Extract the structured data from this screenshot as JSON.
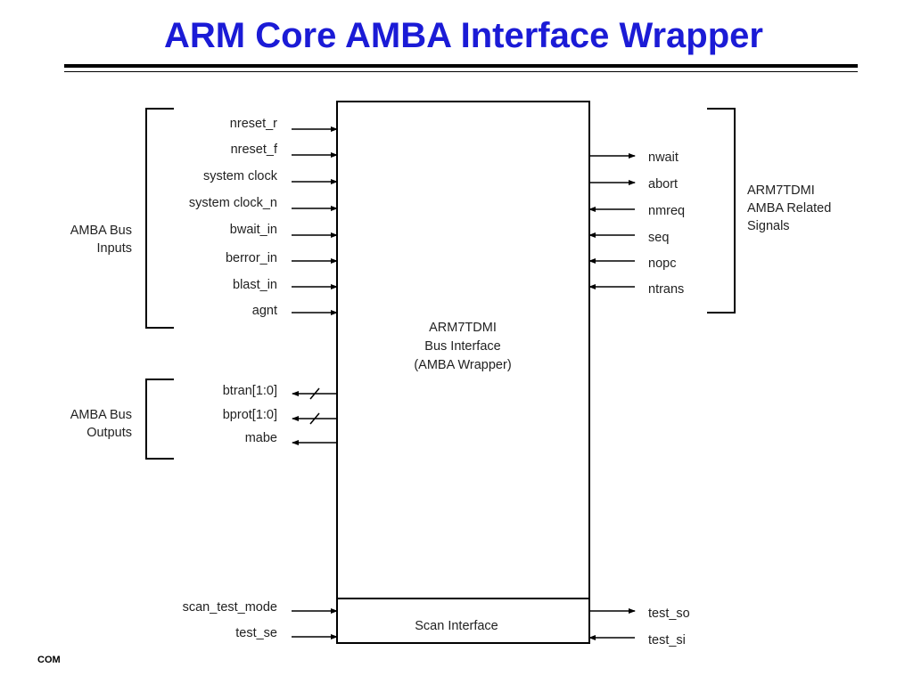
{
  "title": "ARM Core AMBA Interface Wrapper",
  "footer": "COM",
  "colors": {
    "title": "#1b1bd6",
    "lines": "#000000"
  },
  "groups": {
    "inputs_label": [
      "AMBA Bus",
      "Inputs"
    ],
    "outputs_label": [
      "AMBA Bus",
      "Outputs"
    ],
    "related_label": [
      "ARM7TDMI",
      "AMBA Related",
      "Signals"
    ]
  },
  "main_block": {
    "lines": [
      "ARM7TDMI",
      "Bus Interface",
      "(AMBA Wrapper)"
    ]
  },
  "scan_block": {
    "label": "Scan Interface"
  },
  "inputs": [
    "nreset_r",
    "nreset_f",
    "system clock",
    "system clock_n",
    "bwait_in",
    "berror_in",
    "blast_in",
    "agnt"
  ],
  "outputs": [
    {
      "label": "btran[1:0]",
      "bus": true
    },
    {
      "label": "bprot[1:0]",
      "bus": true
    },
    {
      "label": "mabe",
      "bus": false
    }
  ],
  "right_signals": [
    {
      "label": "nwait",
      "dir": "out"
    },
    {
      "label": "abort",
      "dir": "out"
    },
    {
      "label": "nmreq",
      "dir": "in"
    },
    {
      "label": "seq",
      "dir": "in"
    },
    {
      "label": "nopc",
      "dir": "in"
    },
    {
      "label": "ntrans",
      "dir": "in"
    }
  ],
  "scan_inputs": [
    "scan_test_mode",
    "test_se"
  ],
  "scan_right": [
    {
      "label": "test_so",
      "dir": "out"
    },
    {
      "label": "test_si",
      "dir": "in"
    }
  ]
}
